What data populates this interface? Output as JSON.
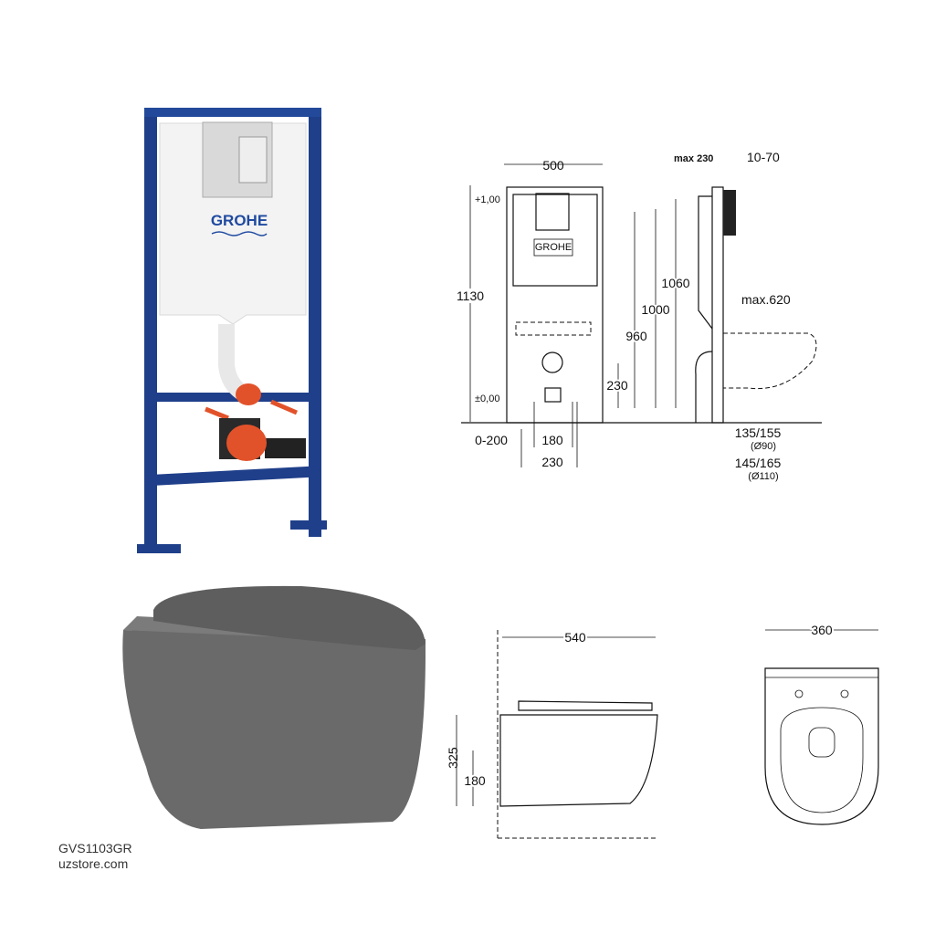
{
  "product": {
    "code": "GVS1103GR",
    "website": "uzstore.com",
    "brand_logo": "GROHE",
    "colors": {
      "frame": "#1f3f8a",
      "pipe": "#e2522a",
      "bowl": "#6a6a6a",
      "cistern": "#f2f2f2"
    }
  },
  "frame_drawing": {
    "width": "500",
    "max_depth": "max 230",
    "wall_offset": "10-70",
    "level_top": "+1,00",
    "level_zero": "±0,00",
    "total_height": "1130",
    "height_1060": "1060",
    "height_1000": "1000",
    "height_960": "960",
    "height_230": "230",
    "max_projection": "max.620",
    "floor_offset": "0-200",
    "bolt_spacing_180": "180",
    "bolt_spacing_230": "230",
    "drain_90": "135/155",
    "drain_90_dia": "(Ø90)",
    "drain_110": "145/165",
    "drain_110_dia": "(Ø110)",
    "logo_small": "GROHE"
  },
  "bowl_drawing": {
    "length": "540",
    "width": "360",
    "height_325": "325",
    "height_180": "180"
  }
}
